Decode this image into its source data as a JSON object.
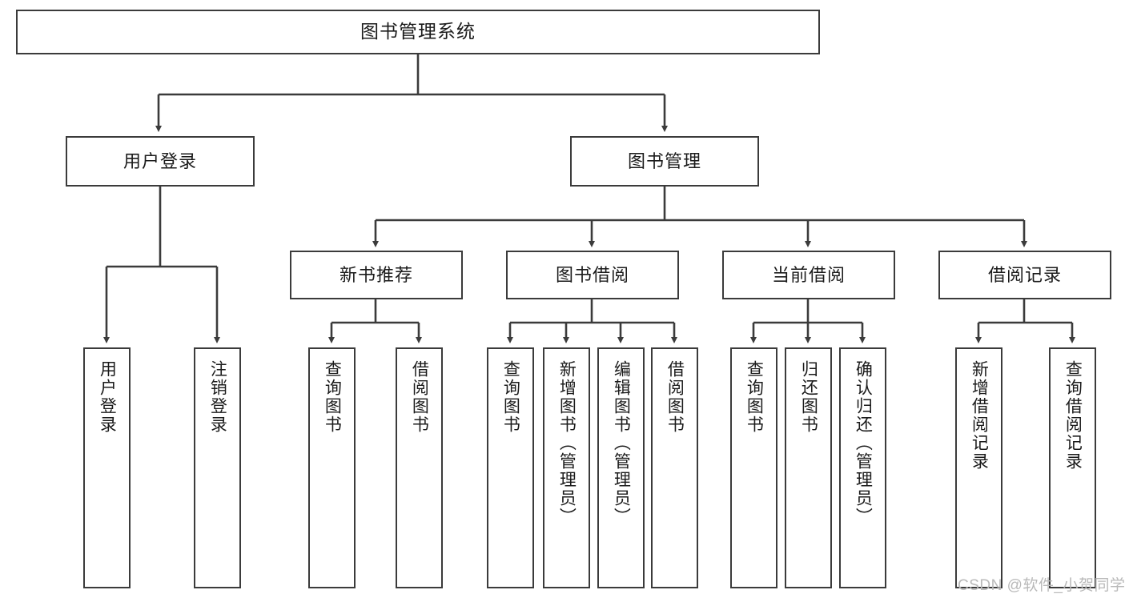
{
  "diagram": {
    "title": "图书管理系统",
    "watermark": "CSDN @软件_小贺同学",
    "colors": {
      "stroke": "#3b3b3b",
      "box_fill": "#ffffff",
      "text": "#1b1b1b",
      "watermark": "#b9b9b9",
      "background": "#ffffff"
    },
    "root": {
      "label": "图书管理系统"
    },
    "level1": [
      {
        "label": "用户登录"
      },
      {
        "label": "图书管理"
      }
    ],
    "level2": [
      {
        "label": "新书推荐"
      },
      {
        "label": "图书借阅"
      },
      {
        "label": "当前借阅"
      },
      {
        "label": "借阅记录"
      }
    ],
    "leaves": {
      "user_login": [
        {
          "label": "用户登录"
        },
        {
          "label": "注销登录"
        }
      ],
      "new_book_recommend": [
        {
          "label": "查询图书"
        },
        {
          "label": "借阅图书"
        }
      ],
      "book_borrow": [
        {
          "label": "查询图书"
        },
        {
          "label": "新增图书（管理员）"
        },
        {
          "label": "编辑图书（管理员）"
        },
        {
          "label": "借阅图书"
        }
      ],
      "current_borrow": [
        {
          "label": "查询图书"
        },
        {
          "label": "归还图书"
        },
        {
          "label": "确认归还（管理员）"
        }
      ],
      "borrow_record": [
        {
          "label": "新增借阅记录"
        },
        {
          "label": "查询借阅记录"
        }
      ]
    }
  }
}
